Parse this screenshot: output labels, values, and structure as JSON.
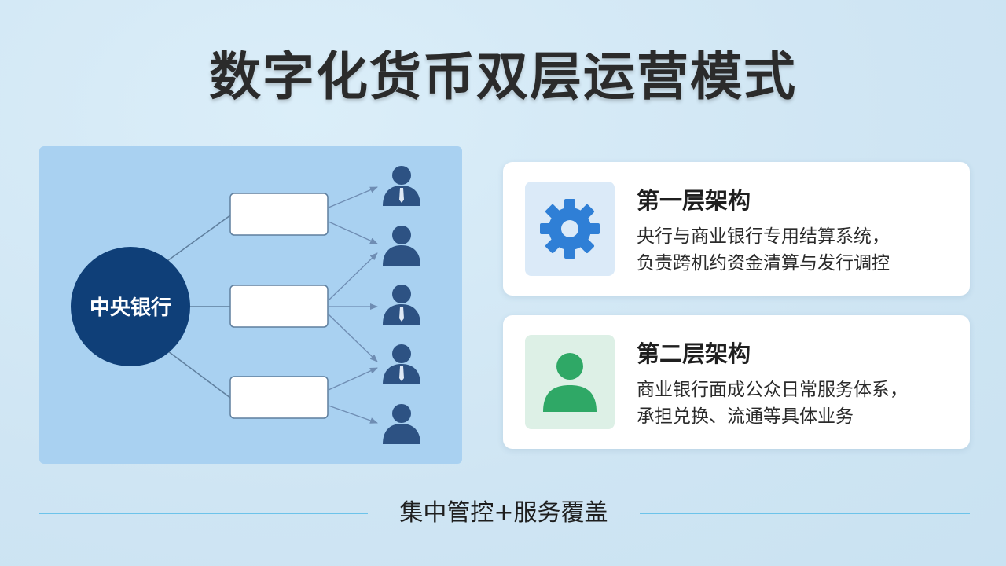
{
  "title": "数字化货币双层运营模式",
  "diagram": {
    "central_bank_label": "中央银行"
  },
  "cards": [
    {
      "heading": "第一层架构",
      "lines": [
        "央行与商业银行专用结算系统，",
        "负责跨机约资金清算与发行调控"
      ],
      "icon": "gear-icon",
      "icon_color": "#2f7fd6"
    },
    {
      "heading": "第二层架构",
      "lines": [
        "商业银行面成公众日常服务体系，",
        "承担兑换、流通等具体业务"
      ],
      "icon": "person-icon",
      "icon_color": "#2fa866"
    }
  ],
  "footer": {
    "text": "集中管控+服务覆盖"
  },
  "colors": {
    "central_bank": "#0f3f78",
    "panel": "#a9d1f1",
    "user_icon": "#2d5283",
    "accent_line": "#6cc3ea"
  }
}
